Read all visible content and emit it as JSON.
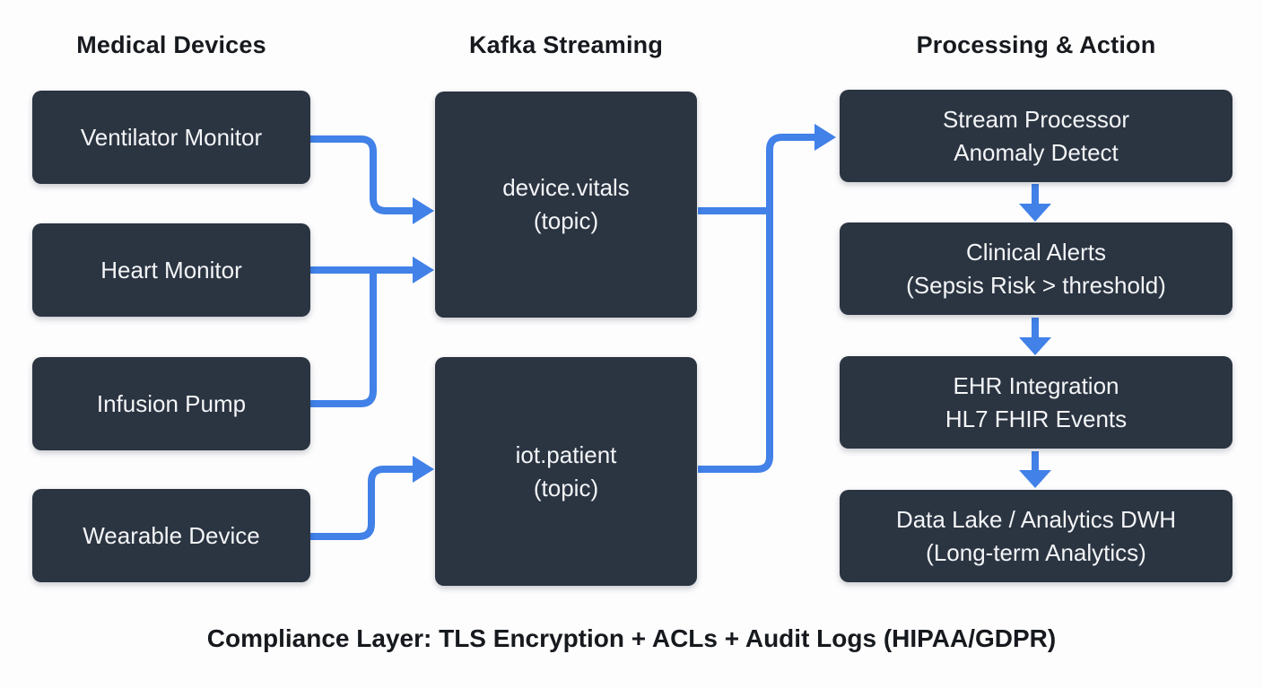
{
  "colors": {
    "background": "#fdfdfe",
    "node_fill": "#2b3441",
    "node_text": "#f3f5f7",
    "arrow": "#4181e8",
    "heading_text": "#16191d"
  },
  "columns": [
    {
      "title": "Medical Devices"
    },
    {
      "title": "Kafka Streaming"
    },
    {
      "title": "Processing & Action"
    }
  ],
  "nodes": {
    "ventilator": {
      "label": "Ventilator Monitor"
    },
    "heart": {
      "label": "Heart Monitor"
    },
    "infusion": {
      "label": "Infusion Pump"
    },
    "wearable": {
      "label": "Wearable Device"
    },
    "device_vitals": {
      "line1": "device.vitals",
      "line2": "(topic)"
    },
    "iot_patient": {
      "line1": "iot.patient",
      "line2": "(topic)"
    },
    "stream_processor": {
      "line1": "Stream Processor",
      "line2": "Anomaly Detect"
    },
    "clinical_alerts": {
      "line1": "Clinical Alerts",
      "line2": "(Sepsis Risk > threshold)"
    },
    "ehr_integration": {
      "line1": "EHR Integration",
      "line2": "HL7 FHIR Events"
    },
    "data_lake": {
      "line1": "Data Lake / Analytics DWH",
      "line2": "(Long-term Analytics)"
    }
  },
  "footer": {
    "text": "Compliance Layer: TLS Encryption + ACLs + Audit Logs (HIPAA/GDPR)"
  }
}
